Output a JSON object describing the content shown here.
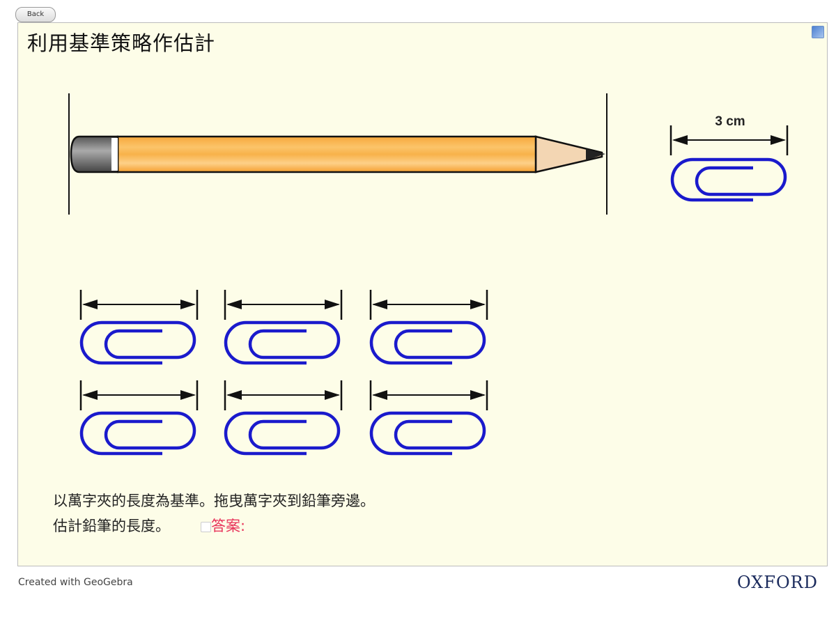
{
  "back_label": "Back",
  "title": "利用基準策略作估計",
  "reference_clip_label": "3 cm",
  "instruction_line1": "以萬字夾的長度為基準。拖曳萬字夾到鉛筆旁邊。",
  "instruction_line2": "估計鉛筆的長度。",
  "answer_label": "答案:",
  "answer_checked": false,
  "footer_credit": "Created with GeoGebra",
  "publisher": "OXFORD",
  "colors": {
    "clip": "#1a1acc",
    "pencil_body": "#f9b54a",
    "background": "#fdfde8",
    "answer": "#e8335a"
  }
}
